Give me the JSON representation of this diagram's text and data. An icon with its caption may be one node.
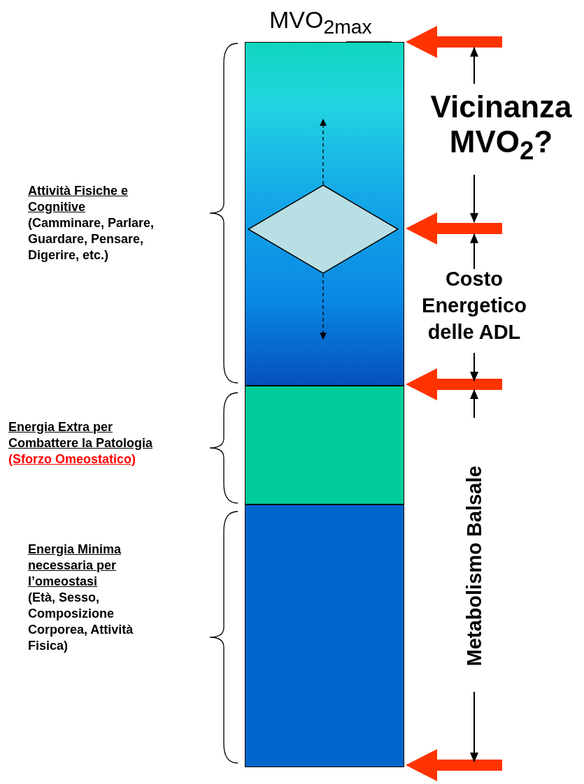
{
  "diagram": {
    "nodes": [
      {
        "text": [],
        "shape": "bar",
        "beside": [
          "Attività Fisiche e Cognitive",
          "(Camminare, Parlare, Guardare, Pensare, Digerire, etc.)"
        ]
      },
      {
        "text": [],
        "shape": "diamond",
        "in": 0
      },
      {
        "text": [],
        "shape": "bar",
        "beside": [
          "Energia Extra per Combattere la Patologia",
          "(Sforzo Omeostatico)"
        ]
      },
      {
        "text": [],
        "shape": "bar",
        "beside": [
          "Energia Minima necessaria per l’omeostasi",
          "(Età, Sesso, Composizione Corporea, Attività Fisica)"
        ]
      }
    ],
    "edges": [
      {
        "from": 1,
        "to": null,
        "arrow": "to",
        "style": "dashed"
      },
      {
        "from": 1,
        "to": null,
        "arrow": "to",
        "style": "dashed"
      }
    ],
    "labels": [
      "MVO$_{2max}$",
      "Vicinanza MVO$_{2}$?",
      "Costo Energetico delle ADL",
      "Metabolismo Balsale"
    ]
  }
}
